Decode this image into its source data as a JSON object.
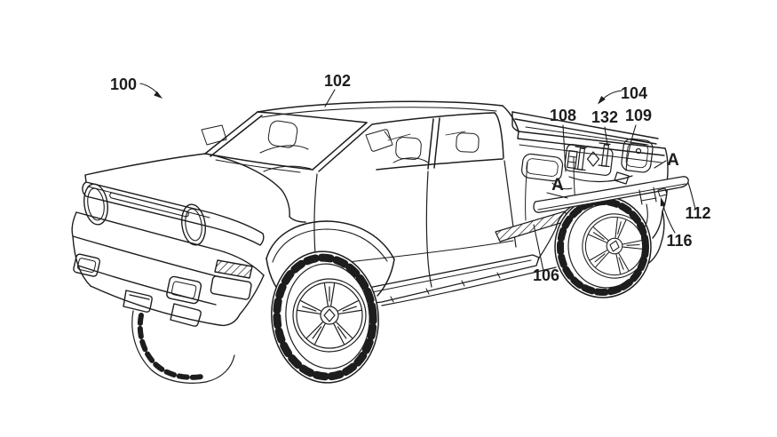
{
  "figure": {
    "background_color": "#ffffff",
    "line_color": "#1d1d1d"
  },
  "annotations": {
    "ref100": "100",
    "ref102": "102",
    "ref104": "104",
    "ref106": "106",
    "ref108": "108",
    "ref109": "109",
    "ref112": "112",
    "ref116": "116",
    "ref132": "132",
    "section_a_upper": "A",
    "section_a_lower": "A"
  }
}
